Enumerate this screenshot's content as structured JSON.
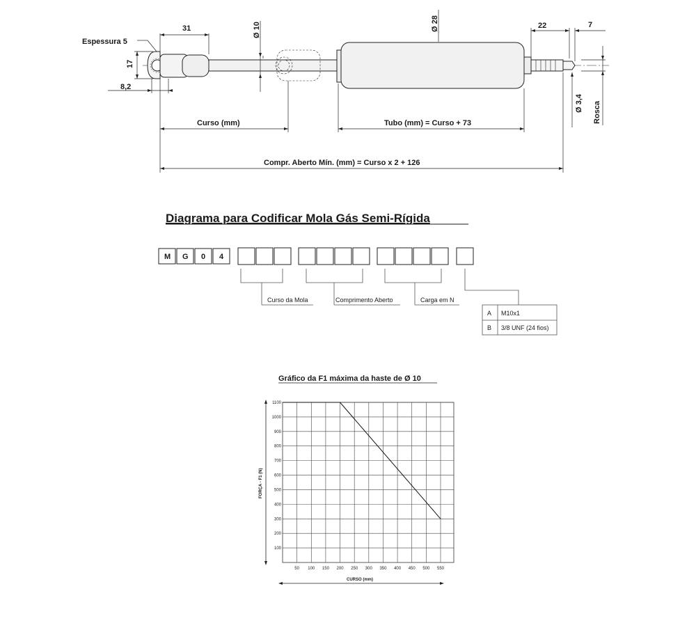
{
  "drawing": {
    "thickness_label": "Espessura 5",
    "dim_31": "31",
    "dim_rod_diameter": "Ø 10",
    "dim_tube_diameter": "Ø 28",
    "dim_22": "22",
    "dim_7": "7",
    "dim_17": "17",
    "dim_8_2": "8,2",
    "dim_hole": "Ø 3,4",
    "thread_label": "Rosca",
    "stroke_label": "Curso (mm)",
    "tube_label": "Tubo (mm) = Curso + 73",
    "length_label": "Compr. Aberto Mín. (mm) = Curso x 2 + 126"
  },
  "code_diagram": {
    "title": "Diagrama para Codificar Mola Gás Semi-Rígida",
    "prefix": [
      "M",
      "G",
      "0",
      "4"
    ],
    "group_labels": [
      "Curso da Mola",
      "Comprimento Aberto",
      "Carga em N"
    ],
    "options": [
      {
        "key": "A",
        "value": "M10x1"
      },
      {
        "key": "B",
        "value": "3/8 UNF (24 fios)"
      }
    ]
  },
  "chart_data": {
    "type": "line",
    "title": "Gráfico da F1 máxima da haste de Ø 10",
    "xlabel": "CURSO (mm)",
    "ylabel": "FORÇA - F1 (N)",
    "x_ticks": [
      50,
      100,
      150,
      200,
      250,
      300,
      350,
      400,
      450,
      500,
      550
    ],
    "y_ticks": [
      100,
      200,
      300,
      400,
      500,
      600,
      700,
      800,
      900,
      1000,
      1100
    ],
    "xlim": [
      0,
      550
    ],
    "ylim": [
      0,
      1100
    ],
    "grid": true,
    "series": [
      {
        "x": [
          0,
          200,
          550
        ],
        "y": [
          1100,
          1100,
          300
        ]
      }
    ]
  }
}
